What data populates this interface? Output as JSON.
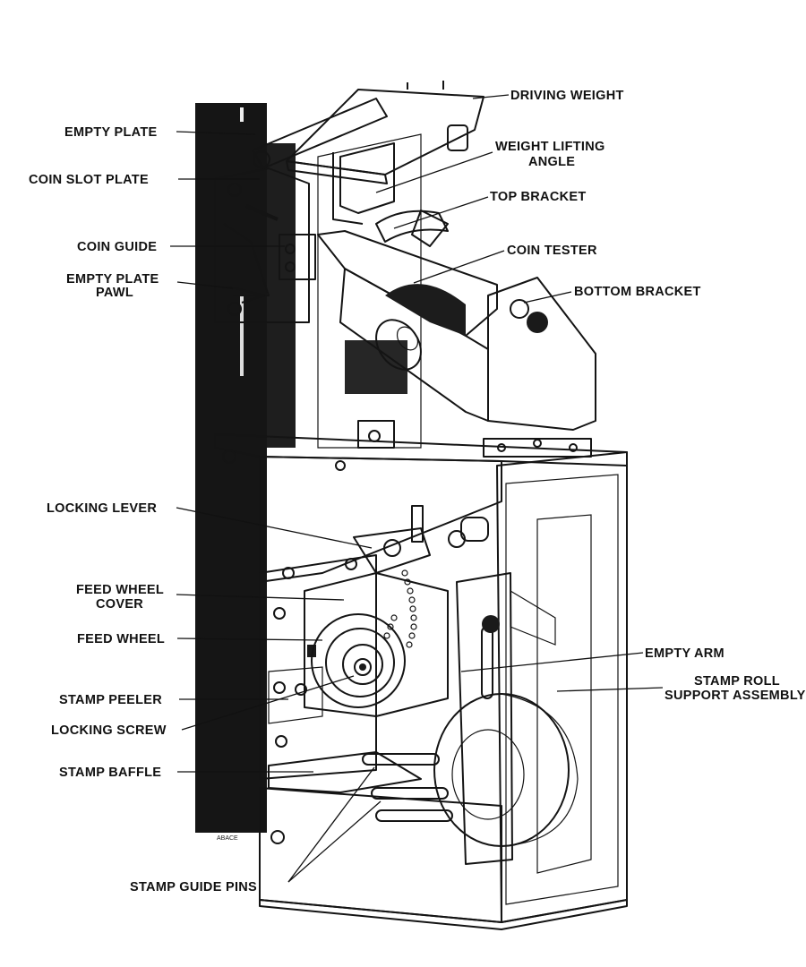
{
  "figure": {
    "signature": "ABACE",
    "labels": {
      "empty_plate": "EMPTY PLATE",
      "coin_slot_plate": "COIN SLOT PLATE",
      "coin_guide": "COIN GUIDE",
      "empty_plate_pawl_1": "EMPTY PLATE",
      "empty_plate_pawl_2": "PAWL",
      "driving_weight": "DRIVING WEIGHT",
      "weight_lifting_angle_1": "WEIGHT LIFTING",
      "weight_lifting_angle_2": "ANGLE",
      "top_bracket": "TOP BRACKET",
      "coin_tester": "COIN TESTER",
      "bottom_bracket": "BOTTOM BRACKET",
      "locking_lever": "LOCKING LEVER",
      "feed_wheel_cover_1": "FEED WHEEL",
      "feed_wheel_cover_2": "COVER",
      "feed_wheel": "FEED WHEEL",
      "stamp_peeler": "STAMP PEELER",
      "locking_screw": "LOCKING SCREW",
      "stamp_baffle": "STAMP BAFFLE",
      "empty_arm": "EMPTY ARM",
      "stamp_roll_support_1": "STAMP ROLL",
      "stamp_roll_support_2": "SUPPORT ASSEMBLY",
      "stamp_guide_pins": "STAMP GUIDE PINS"
    },
    "colors": {
      "ink": "#141414",
      "paper": "#ffffff",
      "shade": "#2a2a2a"
    }
  }
}
